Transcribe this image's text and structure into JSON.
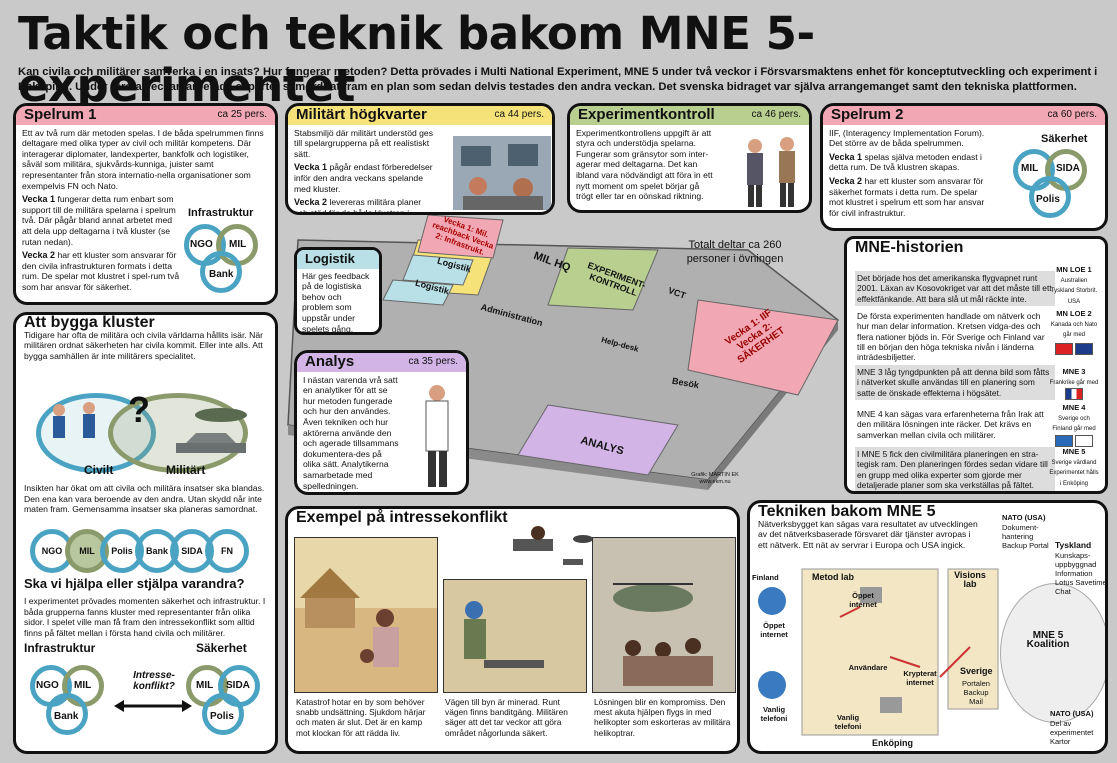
{
  "title": "Taktik och teknik bakom MNE 5-experimentet",
  "intro": "Kan civila och militärer samverka i en insats? Hur fungerar metoden? Detta prövades i Multi National Experiment, MNE 5 under två veckor i Försvarsmaktens enhet för konceptutveckling och experiment i Enköping. Under första veckan arbetade experter samordnat fram en plan som sedan delvis testades den andra veckan. Det svenska bidraget var själva arrangemanget samt den tekniska plattformen.",
  "spelrum1": {
    "title": "Spelrum 1",
    "count": "ca 25 pers.",
    "p1": "Ett av två rum där metoden spelas. I de båda spelrummen finns deltagare med olika typer av civil och militär kompetens. Där interagerar diplomater, landexperter, bankfolk och logistiker, såväl som militära, sjukvårds-kunniga, juister samt representanter från stora internatio-nella organisationer som exempelvis FN och Nato.",
    "v1h": "Vecka 1",
    "v1": "fungerar detta rum enbart som support till de militära spelarna i spelrum två. Där pågår bland annat arbetet med att dela upp deltagarna i två kluster (se rutan nedan).",
    "v2h": "Vecka 2",
    "v2": "har ett kluster som ansvarar för den civila infrastrukturen formats i detta rum. De spelar mot klustret i spel-rum två som har ansvar för säkerhet.",
    "venn_title": "Infrastruktur",
    "venn": [
      "NGO",
      "MIL",
      "Bank"
    ]
  },
  "milhq": {
    "title": "Militärt högkvarter",
    "count": "ca 44 pers.",
    "p1": "Stabsmiljö där militärt understöd ges till spelargrupperna på ett realistiskt sätt.",
    "v1h": "Vecka 1",
    "v1": "pågår endast förberedelser inför den andra veckans spelande med kluster.",
    "v2h": "Vecka 2",
    "v2": "levereras militära planer och stöd för de båda klustren i spelrum ett och två."
  },
  "expkontroll": {
    "title": "Experimentkontroll",
    "count": "ca 46 pers.",
    "p1": "Experimentkontrollens uppgift är att styra och understödja spelarna. Fungerar som gränsytor som inter-agerar med deltagarna. Det kan ibland vara nödvändigt att föra in ett nytt moment om spelet börjar gå trögt eller tar en oönskad riktning."
  },
  "spelrum2": {
    "title": "Spelrum 2",
    "count": "ca 60 pers.",
    "p1": "IIF, (Interagency Implementation Forum). Det större av de båda spelrummen.",
    "v1h": "Vecka 1",
    "v1": "spelas själva metoden endast i detta rum. De två klustren skapas.",
    "v2h": "Vecka 2",
    "v2": "har ett kluster som ansvarar för säkerhet formats i detta rum. De spelar mot klustret i spelrum ett som har ansvar för civil infrastruktur.",
    "venn_title": "Säkerhet",
    "venn": [
      "MIL",
      "SIDA",
      "Polis"
    ]
  },
  "logistik": {
    "title": "Logistik",
    "p1": "Här ges feedback på de logistiska behov och problem som uppstår under spelets gång."
  },
  "analys": {
    "title": "Analys",
    "count": "ca 35 pers.",
    "p1": "I nästan varenda vrå satt en analytiker för att se hur metoden fungerade och hur den användes. Även tekniken och hur aktörerna använde den och agerade tillsammans dokumentera-des på olika sätt. Analytikerna samarbetade med spelledningen."
  },
  "floor": {
    "total": "Totalt deltar ca 260 personer i övningen",
    "rooms": {
      "spelrum1": "Vecka 1: Mil. reachback Vecka 2: Infrastrukt.",
      "logistik1": "Logistik",
      "logistik2": "Logistik",
      "milhq": "MIL HQ",
      "expkontroll": "EXPERIMENT-KONTROLL",
      "vct": "VCT",
      "admin": "Administration",
      "helpdesk": "Help-desk",
      "spelrum2": "Vecka 1: IIF Vecka 2: SÄKERHET",
      "besok": "Besök",
      "analys": "ANALYS"
    },
    "credit": "Grafik: MARTIN EK www.ekm.nu"
  },
  "kluster": {
    "title": "Att bygga kluster",
    "p1": "Tidigare har ofta de militära och civila världarna hållits isär. När militären ordnat säkerheten har civila kommit. Eller inte alls. Att bygga samhällen är inte militärers specialitet.",
    "q": "?",
    "civ": "Civilt",
    "mil": "Militärt",
    "p2": "Insikten har ökat om att civila och militära insatser ska blandas. Den ena kan vara beroende av den andra. Utan skydd når inte maten fram. Gemensamma insatser ska planeras samordnat.",
    "chain": [
      "NGO",
      "MIL",
      "Polis",
      "Bank",
      "SIDA",
      "FN"
    ],
    "h2": "Ska vi hjälpa eller stjälpa varandra?",
    "p3": "I experimentet prövades momenten säkerhet och infrastruktur. I båda grupperna fanns kluster med representanter från olika sidor. I spelet ville man få fram den intressekonflikt som alltid finns på fältet mellan i första hand civila och militärer.",
    "left_title": "Infrastruktur",
    "left": [
      "NGO",
      "MIL",
      "Bank"
    ],
    "right_title": "Säkerhet",
    "right": [
      "MIL",
      "SIDA",
      "Polis"
    ],
    "conflict": "Intresse-konflikt?"
  },
  "historia": {
    "title": "MNE-historien",
    "items": [
      {
        "text": "Det började hos det amerikanska flygvapnet runt 2001. Läxan av Kosovokriget var att det måste till ett effektfänkande. Att bara slå ut mål räckte inte.",
        "tag": "MN LOE 1",
        "sub": "Australien Tyskland Storbrit. USA"
      },
      {
        "text": "De första experimenten handlade om nätverk och hur man delar information. Kretsen vidga-des och flera nationer bjöds in. För Sverige och Finland var till en början den höga tekniska nivån i länderna inträdesbiljetter.",
        "tag": "MN LOE 2",
        "sub": "Kanada och Nato går med"
      },
      {
        "text": "MNE 3 låg tyngdpunkten på att denna bild som fåtts i nätverket skulle användas till en planering som satte de önskade effekterna i högsätet.",
        "tag": "MNE 3",
        "sub": "Frankrike går med"
      },
      {
        "text": "MNE 4 kan sägas vara erfarenheterna från Irak att den militära lösningen inte räcker. Det krävs en samverkan mellan civila och militärer.",
        "tag": "MNE 4",
        "sub": "Sverige och Finland går med"
      },
      {
        "text": "I MNE 5 fick den civilmilitära planeringen en stra-tegisk ram. Den planeringen fördes sedan vidare till en grupp med olika experter som gjorde mer detaljerade planer som ska verkställas på fältet.",
        "tag": "MNE 5",
        "sub": "Sverige värdland Experimentet hålls i Enköping"
      }
    ]
  },
  "konflikt": {
    "title": "Exempel på intressekonflikt",
    "c1": "Katastrof hotar en by som behöver snabb undsättning. Sjukdom härjar och maten är slut. Det är en kamp mot klockan för att rädda liv.",
    "c2": "Vägen till byn är minerad. Runt vägen finns banditgäng. Militären säger att det tar veckor att göra området någorlunda säkert.",
    "c3": "Lösningen blir en kompromiss. Den mest akuta hjälpen flygs in med helikopter som eskorteras av militära helikoptrar."
  },
  "teknik": {
    "title": "Tekniken bakom MNE 5",
    "p1": "Nätverksbygget kan sägas vara resultatet av utvecklingen av det nätverksbaserade försvaret där tjänster avropas i ett nätverk. Ett nät av servrar i Europa och USA ingick.",
    "finland": "Finland",
    "oppet1": "Öppet internet",
    "vanlig1": "Vanlig telefoni",
    "metodlab": "Metod lab",
    "oppet2": "Öppet internet",
    "anvandare": "Användare",
    "vanlig2": "Vanlig telefoni",
    "krypterat": "Krypterat internet",
    "visionslab": "Visions lab",
    "sverige": "Sverige",
    "sverige_sub": "Portalen Backup Mail",
    "koalition": "MNE 5 Koalition",
    "nato1": "NATO (USA)",
    "nato1_sub": "Dokument-hantering Backup Portal",
    "tyskland": "Tyskland",
    "tyskland_sub": "Kunskaps-uppbyggnad Information Lotus Savetime Chat",
    "nato2": "NATO (USA)",
    "nato2_sub": "Del av experimentet Kartor",
    "enkoping": "Enköping"
  },
  "colors": {
    "pink": "#f2a8b4",
    "yellow": "#f5e37a",
    "green": "#b8cf8f",
    "cyan": "#b8e0e6",
    "blue": "#4aa3c3"
  }
}
